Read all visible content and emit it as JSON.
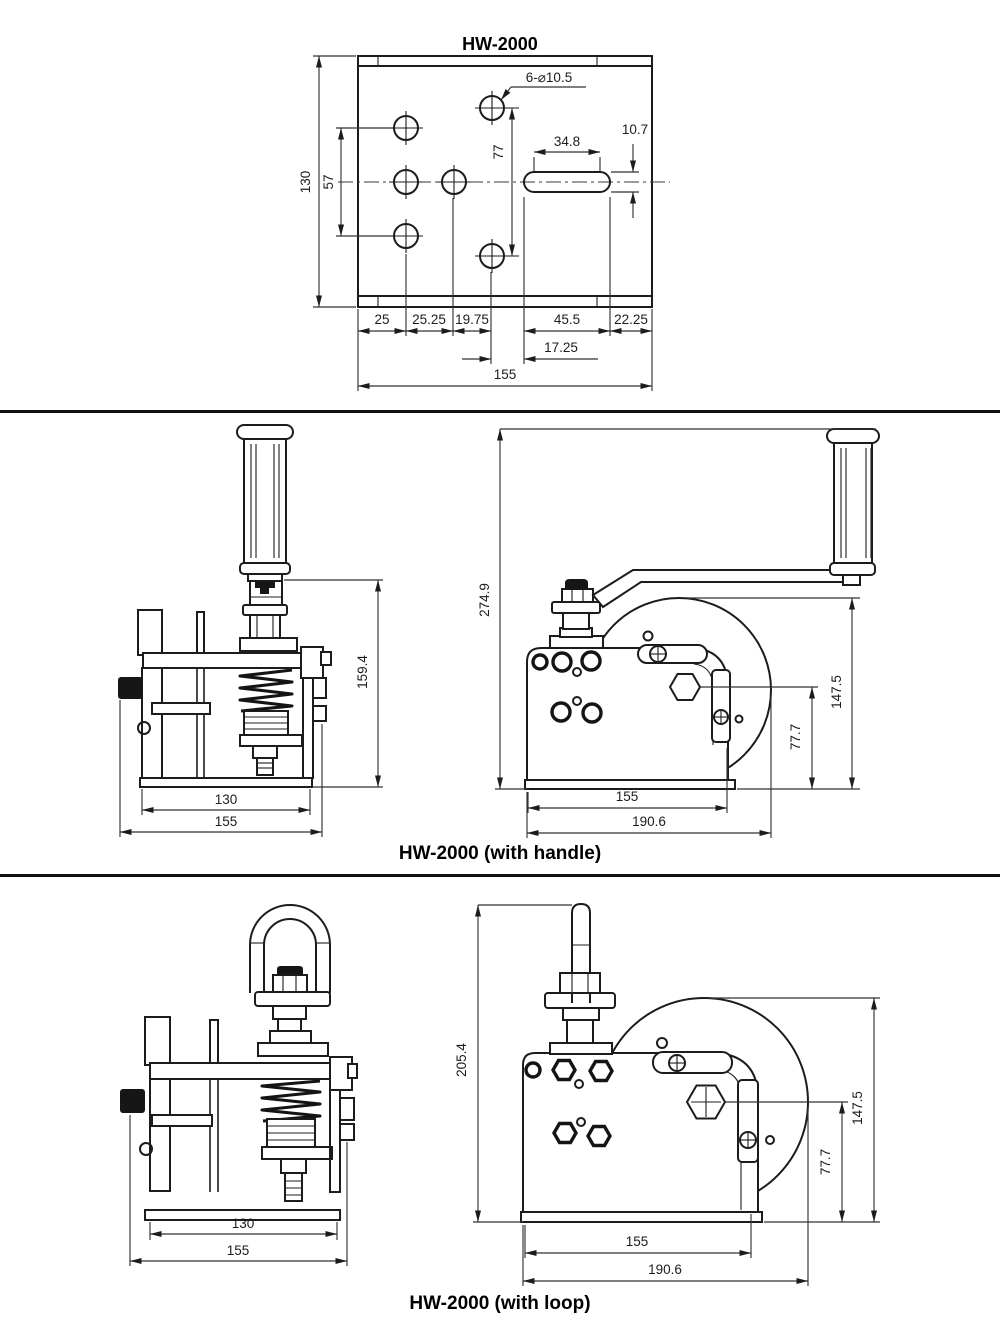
{
  "drawing": {
    "title": "HW-2000",
    "line_color": "#1c1c1c",
    "dim_color": "#333333"
  },
  "top_view": {
    "dims": {
      "plate_height": "130",
      "left_holes_spacing": "57",
      "mid_holes_spacing": "77",
      "holes_callout": "6-⌀10.5",
      "slot_center_length": "34.8",
      "slot_width": "10.7",
      "seg_1": "25",
      "seg_2": "25.25",
      "seg_3": "19.75",
      "seg_4": "45.5",
      "seg_5": "22.25",
      "seg_hole_to_slot": "17.25",
      "plate_width": "155"
    }
  },
  "handle_section": {
    "caption": "HW-2000 (with handle)",
    "front_dims": {
      "height": "159.4",
      "drum_width": "130",
      "overall_width": "155"
    },
    "side_dims": {
      "overall_height": "274.9",
      "body_height": "147.5",
      "axle_to_base": "77.7",
      "body_width": "155",
      "overall_width": "190.6"
    }
  },
  "loop_section": {
    "caption": "HW-2000 (with loop)",
    "front_dims": {
      "drum_width": "130",
      "overall_width": "155"
    },
    "side_dims": {
      "overall_height": "205.4",
      "body_height": "147.5",
      "axle_to_base": "77.7",
      "body_width": "155",
      "overall_width": "190.6"
    }
  }
}
